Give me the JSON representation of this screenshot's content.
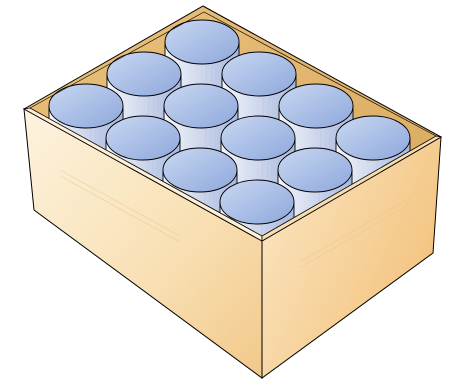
{
  "figure": {
    "subject": "box-of-cans",
    "arrangement": {
      "rows": 3,
      "columns": 4,
      "count": 12
    },
    "colors": {
      "box_light": "#fdf1dc",
      "box_mid": "#f7d9a8",
      "box_dark": "#f0c078",
      "box_inner": "#e2bb72",
      "outline": "#000000",
      "can_top_light": "#c9d8f2",
      "can_top_dark": "#8ea8dc",
      "can_side_light": "#f4f6fb",
      "can_side_dark": "#a7b8de",
      "background": "#ffffff"
    }
  }
}
